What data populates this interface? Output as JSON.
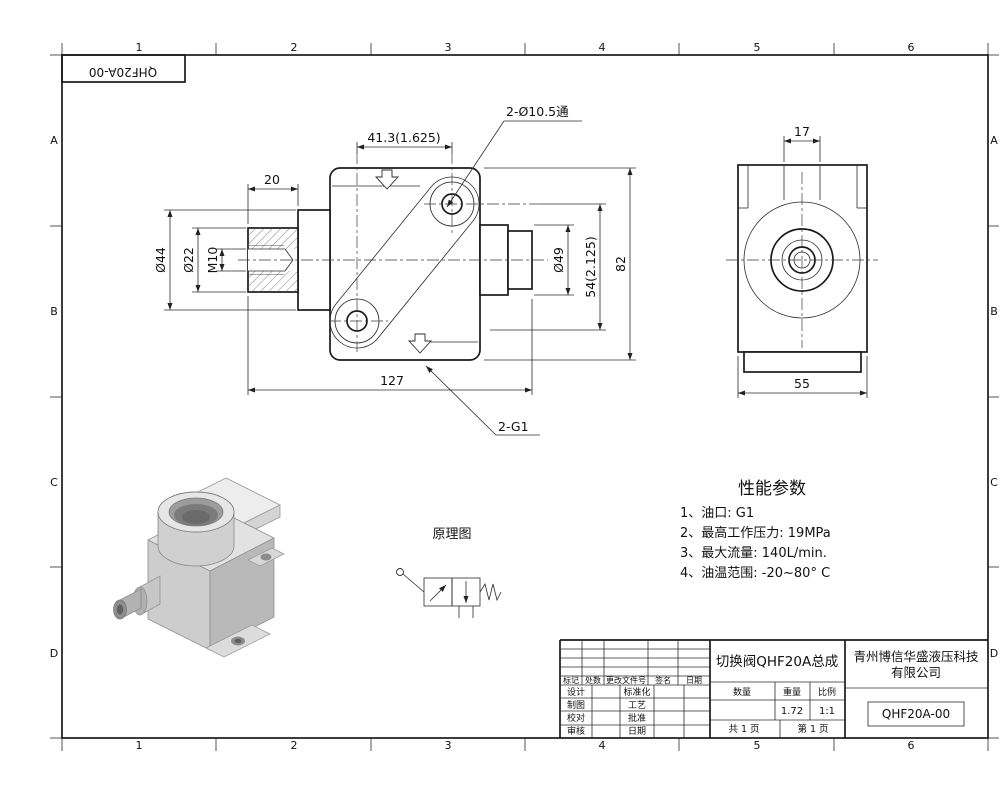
{
  "sheet": {
    "corner_label": "QHF20A-00",
    "zone_cols": [
      "1",
      "2",
      "3",
      "4",
      "5",
      "6"
    ],
    "zone_rows": [
      "A",
      "B",
      "C",
      "D"
    ]
  },
  "main_view": {
    "dim_top_width": "41.3(1.625)",
    "dim_boss_length": "20",
    "hole_note": "2-Ø10.5通",
    "dim_flange_dia": "Ø44",
    "dim_boss_dia": "Ø22",
    "dim_thread": "M10",
    "dim_cyl_dia": "Ø49",
    "dim_hole_span": "54(2.125)",
    "dim_height": "82",
    "dim_length": "127",
    "port_note": "2-G1"
  },
  "end_view": {
    "dim_top": "17",
    "dim_width": "55"
  },
  "schematic": {
    "label": "原理图"
  },
  "performance": {
    "title": "性能参数",
    "items": [
      "1、油口: G1",
      "2、最高工作压力: 19MPa",
      "3、最大流量: 140L/min.",
      "4、油温范围: -20~80° C"
    ]
  },
  "title_block": {
    "drawing_title": "切换阀QHF20A总成",
    "company_line1": "青州博信华盛液压科技",
    "company_line2": "有限公司",
    "drawing_number": "QHF20A-00",
    "rev_headers": [
      "标记",
      "处数",
      "更改文件号",
      "签名",
      "日期"
    ],
    "roles_left": [
      "设计",
      "制图",
      "校对",
      "审核"
    ],
    "roles_right": [
      "标准化",
      "工艺",
      "批准",
      "日期"
    ],
    "qty_label": "数量",
    "weight_label": "重量",
    "scale_label": "比例",
    "weight_value": "1.72",
    "scale_value": "1:1",
    "total_pages": "共 1 页",
    "page_no": "第 1 页"
  }
}
